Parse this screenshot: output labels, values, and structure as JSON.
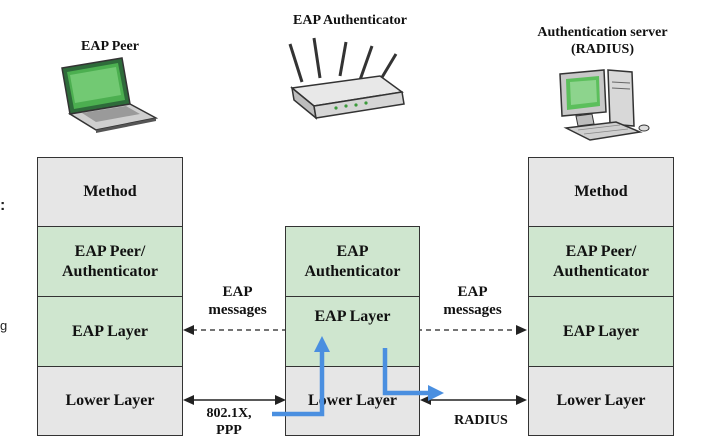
{
  "titles": {
    "peer": "EAP Peer",
    "authenticator": "EAP Authenticator",
    "server_line1": "Authentication server",
    "server_line2": "(RADIUS)"
  },
  "left_stack": {
    "method": "Method",
    "peer_auth_line1": "EAP Peer/",
    "peer_auth_line2": "Authenticator",
    "eap_layer": "EAP Layer",
    "lower_layer": "Lower Layer"
  },
  "middle_stack": {
    "eap_auth_line1": "EAP",
    "eap_auth_line2": "Authenticator",
    "eap_layer": "EAP Layer",
    "lower_layer": "Lower Layer"
  },
  "right_stack": {
    "method": "Method",
    "peer_auth_line1": "EAP Peer/",
    "peer_auth_line2": "Authenticator",
    "eap_layer": "EAP Layer",
    "lower_layer": "Lower Layer"
  },
  "labels": {
    "eap_messages_left_line1": "EAP",
    "eap_messages_left_line2": "messages",
    "eap_messages_right_line1": "EAP",
    "eap_messages_right_line2": "messages",
    "link_left_line1": "802.1X,",
    "link_left_line2": "PPP",
    "link_right": "RADIUS"
  },
  "edge_fragments": {
    "left_colon": ":",
    "left_g": "g"
  },
  "colors": {
    "gray_box": "#e6e6e6",
    "green_box": "#cfe6cf",
    "blue_arrow": "#4a8fe0"
  }
}
